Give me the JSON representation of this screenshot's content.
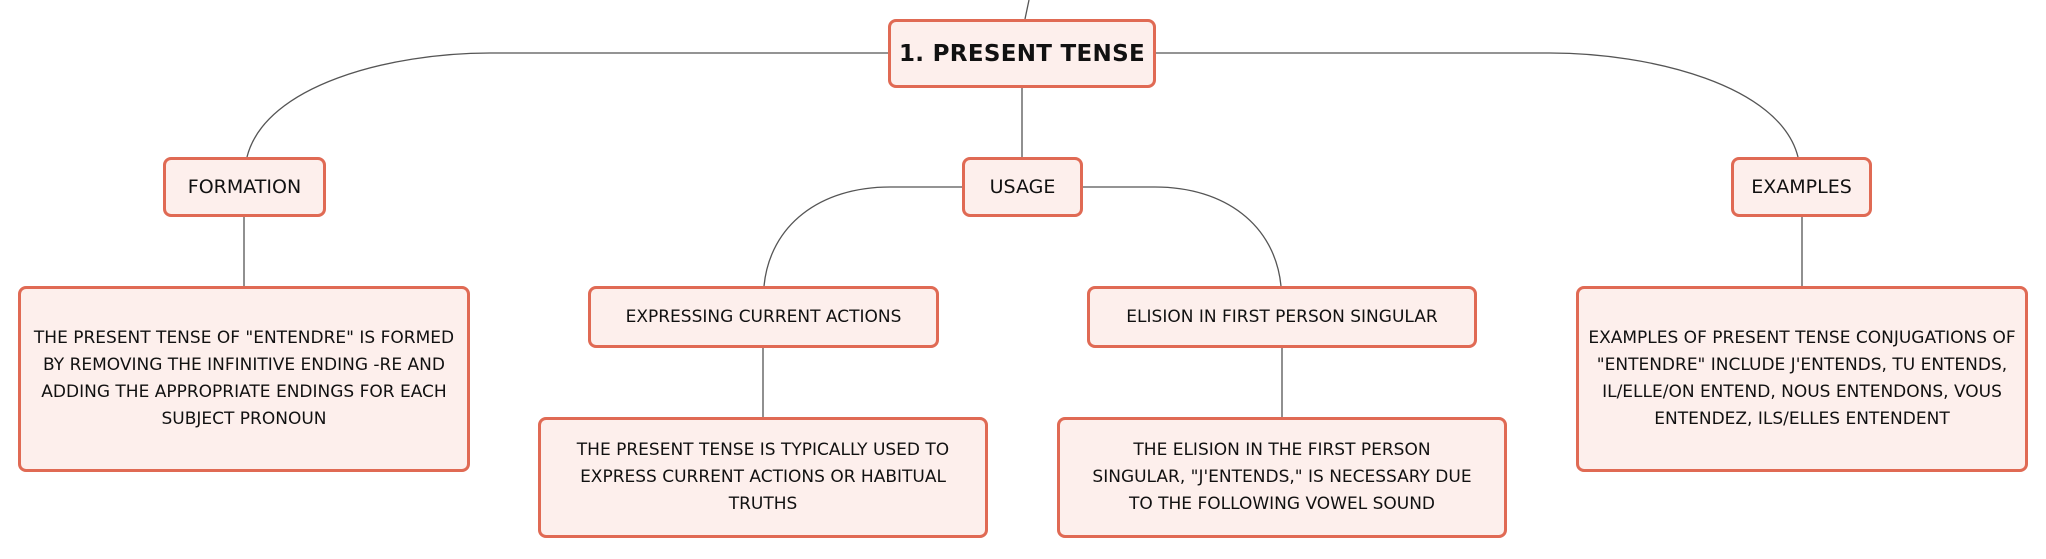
{
  "accent_color": "#e06a54",
  "fill_color": "#fdefec",
  "root": {
    "label": "1. PRESENT TENSE"
  },
  "branches": {
    "formation": {
      "label": "FORMATION",
      "detail": "THE PRESENT TENSE OF \"ENTENDRE\" IS FORMED BY REMOVING THE INFINITIVE ENDING -RE AND ADDING THE APPROPRIATE ENDINGS FOR EACH SUBJECT PRONOUN"
    },
    "usage": {
      "label": "USAGE",
      "current": {
        "label": "EXPRESSING CURRENT ACTIONS",
        "detail": "THE PRESENT TENSE IS TYPICALLY USED TO EXPRESS CURRENT ACTIONS OR HABITUAL TRUTHS"
      },
      "elision": {
        "label": "ELISION IN FIRST PERSON SINGULAR",
        "detail": "THE ELISION IN THE FIRST PERSON SINGULAR, \"J'ENTENDS,\" IS NECESSARY DUE TO THE FOLLOWING VOWEL SOUND"
      }
    },
    "examples": {
      "label": "EXAMPLES",
      "detail": "EXAMPLES OF PRESENT TENSE CONJUGATIONS OF \"ENTENDRE\" INCLUDE J'ENTENDS, TU ENTENDS, IL/ELLE/ON ENTEND, NOUS ENTENDONS, VOUS ENTENDEZ, ILS/ELLES ENTENDENT"
    }
  }
}
